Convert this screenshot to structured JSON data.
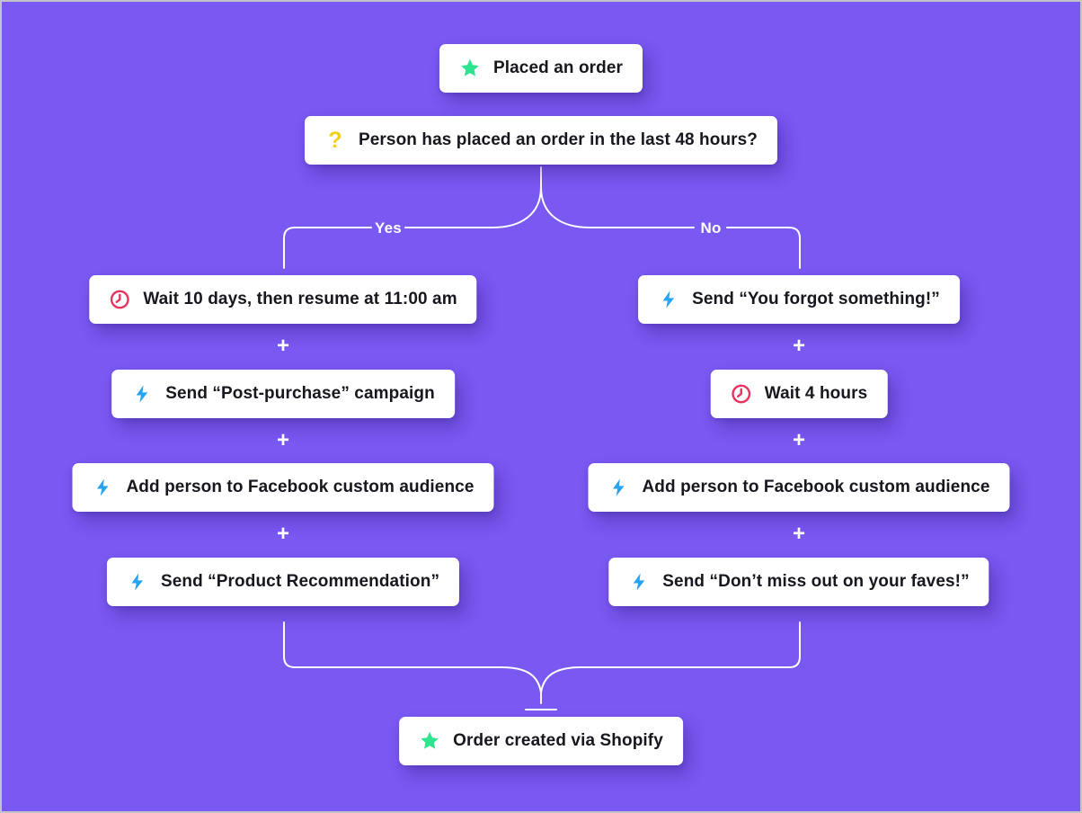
{
  "flow": {
    "trigger": {
      "icon": "star-icon",
      "label": "Placed an order"
    },
    "condition": {
      "icon": "question-icon",
      "label": "Person has placed an order in the last 48 hours?"
    },
    "branch_labels": {
      "yes": "Yes",
      "no": "No"
    },
    "add_step_label": "+",
    "yes_branch": [
      {
        "icon": "clock-icon",
        "label": "Wait 10 days, then resume at 11:00 am"
      },
      {
        "icon": "bolt-icon",
        "label": "Send “Post-purchase” campaign"
      },
      {
        "icon": "bolt-icon",
        "label": "Add person to Facebook custom audience"
      },
      {
        "icon": "bolt-icon",
        "label": "Send “Product Recommendation”"
      }
    ],
    "no_branch": [
      {
        "icon": "bolt-icon",
        "label": "Send “You forgot something!”"
      },
      {
        "icon": "clock-icon",
        "label": "Wait 4 hours"
      },
      {
        "icon": "bolt-icon",
        "label": "Add person to Facebook custom audience"
      },
      {
        "icon": "bolt-icon",
        "label": "Send “Don’t miss out on your faves!”"
      }
    ],
    "goal": {
      "icon": "star-icon",
      "label": "Order created via Shopify"
    }
  },
  "colors": {
    "background_purple": "#7a58f2",
    "node_background": "#ffffff",
    "node_text": "#17171f",
    "connector_white": "#ffffff",
    "star_green": "#2ee58f",
    "question_yellow": "#f2cf1f",
    "clock_red": "#e8335e",
    "bolt_blue": "#26a3f2"
  }
}
